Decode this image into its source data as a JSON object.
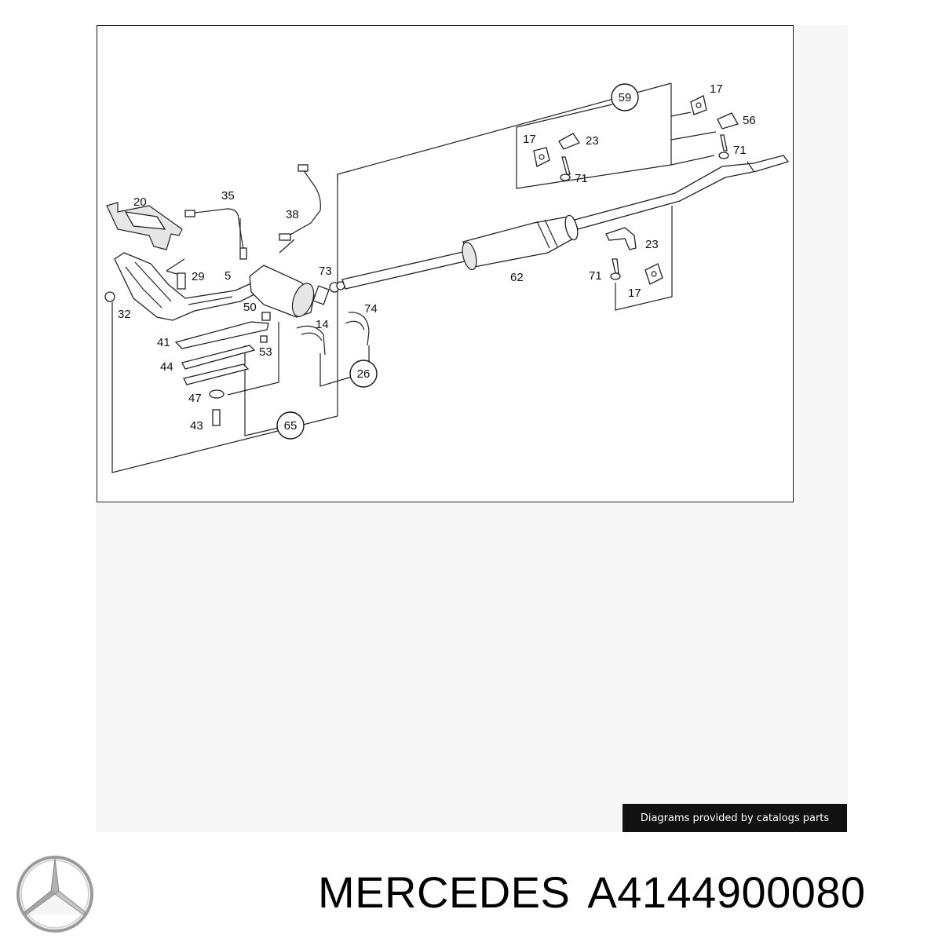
{
  "diagram": {
    "callouts": {
      "c20": "20",
      "c35": "35",
      "c38": "38",
      "c29": "29",
      "c5": "5",
      "c73": "73",
      "c32": "32",
      "c50": "50",
      "c41": "41",
      "c14": "14",
      "c74": "74",
      "c53": "53",
      "c44": "44",
      "c47": "47",
      "c43": "43",
      "c62": "62",
      "c17a": "17",
      "c23a": "23",
      "c71a": "71",
      "c17b": "17",
      "c56": "56",
      "c71b": "71",
      "c23b": "23",
      "c71c": "71",
      "c17c": "17"
    },
    "circled": {
      "c59": "59",
      "c26": "26",
      "c65": "65"
    }
  },
  "credit": "Diagrams provided by catalogs parts",
  "caption": {
    "brand": "MERCEDES",
    "part_number": "A4144900080"
  },
  "logo_icon": "mercedes-star-icon"
}
